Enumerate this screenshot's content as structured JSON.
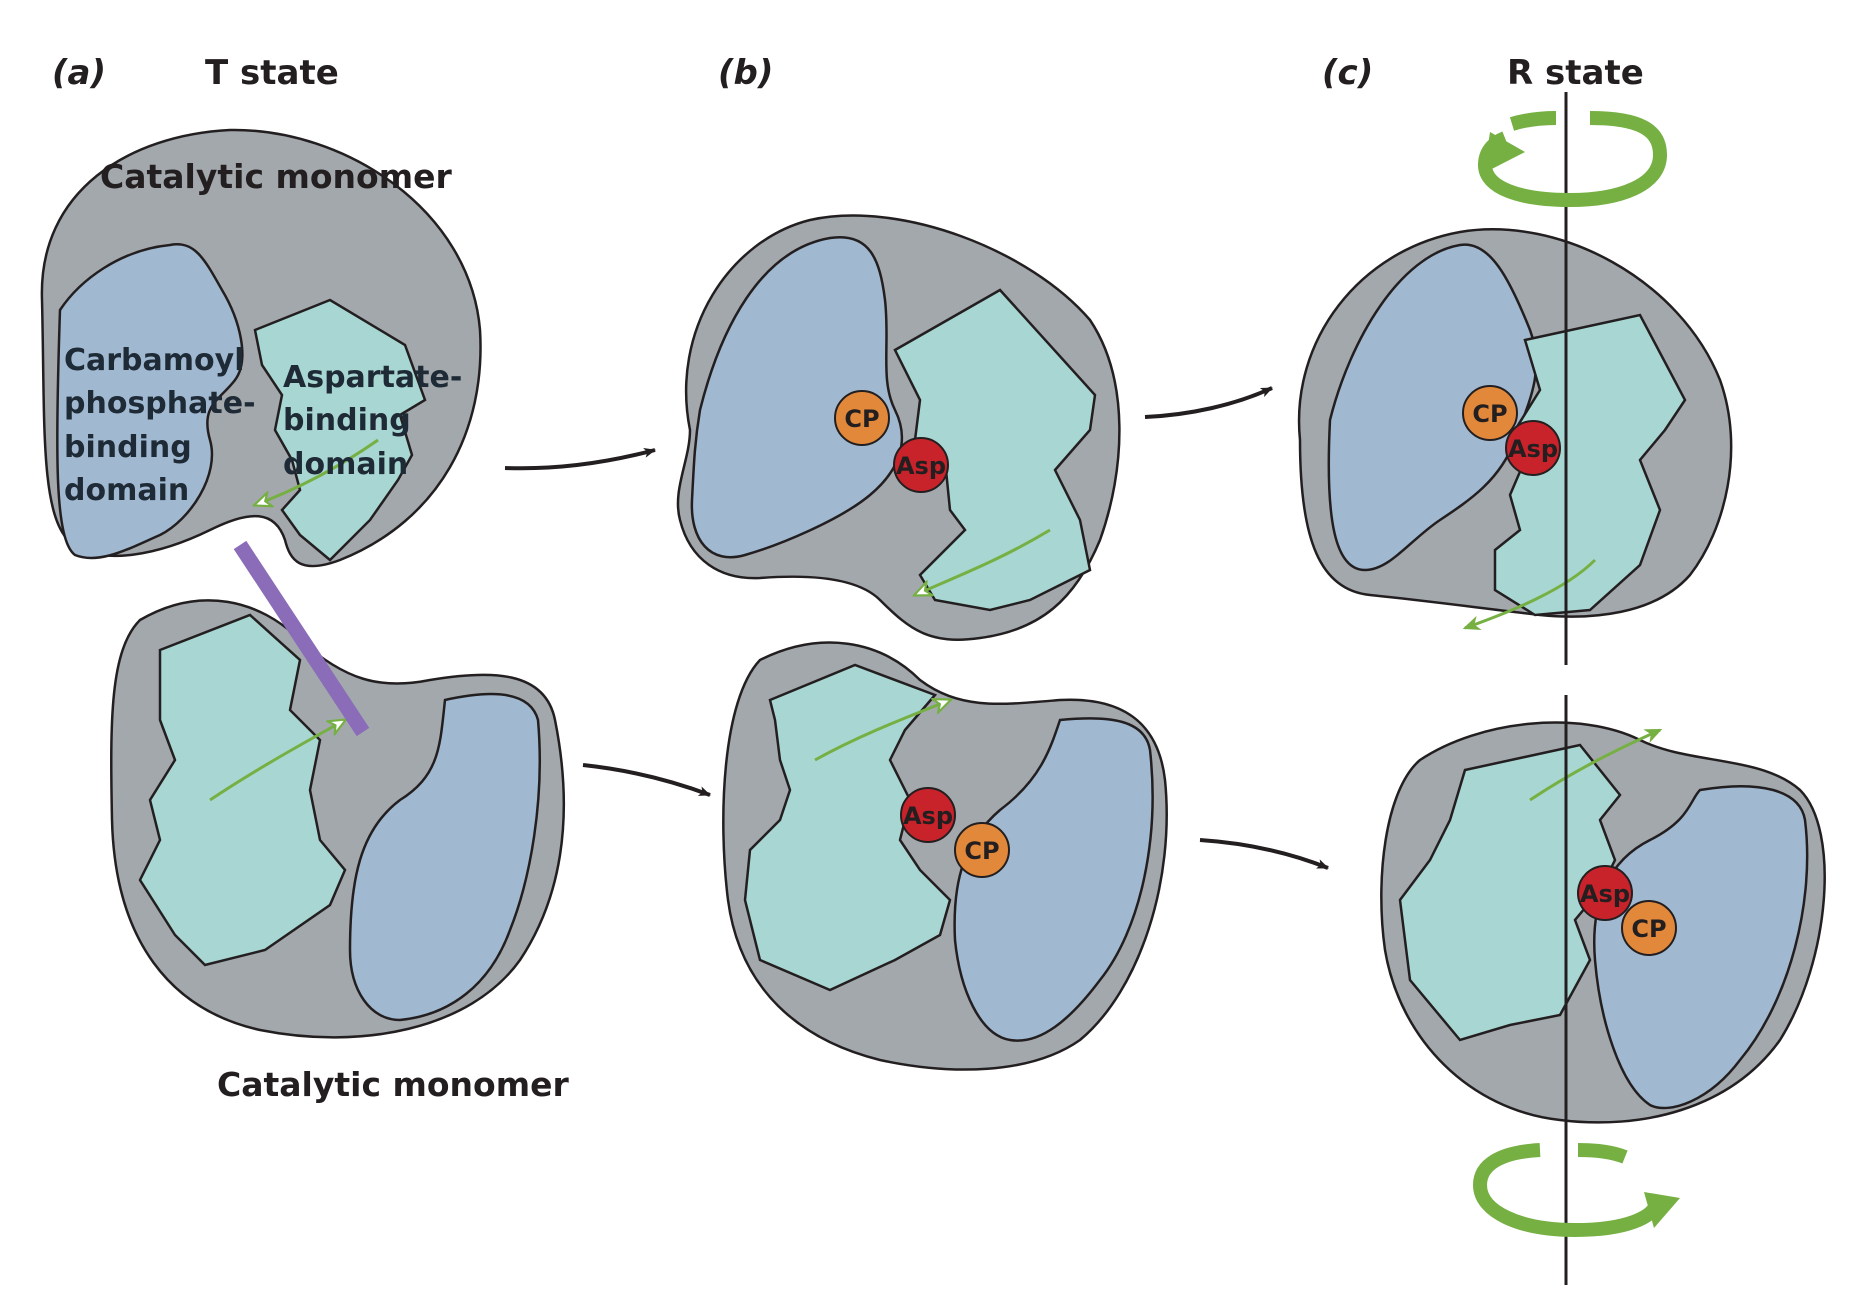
{
  "panels": {
    "a": "(a)",
    "b": "(b)",
    "c": "(c)"
  },
  "states": {
    "t_state": "T state",
    "r_state": "R state"
  },
  "labels": {
    "catalytic_monomer_top": "Catalytic monomer",
    "catalytic_monomer_bottom": "Catalytic monomer",
    "cp_domain_line1": "Carbamoyl",
    "cp_domain_line2": "phosphate-",
    "cp_domain_line3": "binding",
    "cp_domain_line4": "domain",
    "asp_domain_line1": "Aspartate-",
    "asp_domain_line2": "binding",
    "asp_domain_line3": "domain"
  },
  "ligands": {
    "cp": "CP",
    "asp": "Asp"
  },
  "colors": {
    "monomer_fill": "#a3a8ad",
    "cp_domain_fill": "#a0b9d1",
    "asp_domain_fill": "#a8d6d2",
    "outline": "#231f20",
    "cp_ligand": "#e2883a",
    "asp_ligand": "#c8232a",
    "rotation_arrow": "#76b043",
    "linker_bar": "#8a6cb8"
  }
}
